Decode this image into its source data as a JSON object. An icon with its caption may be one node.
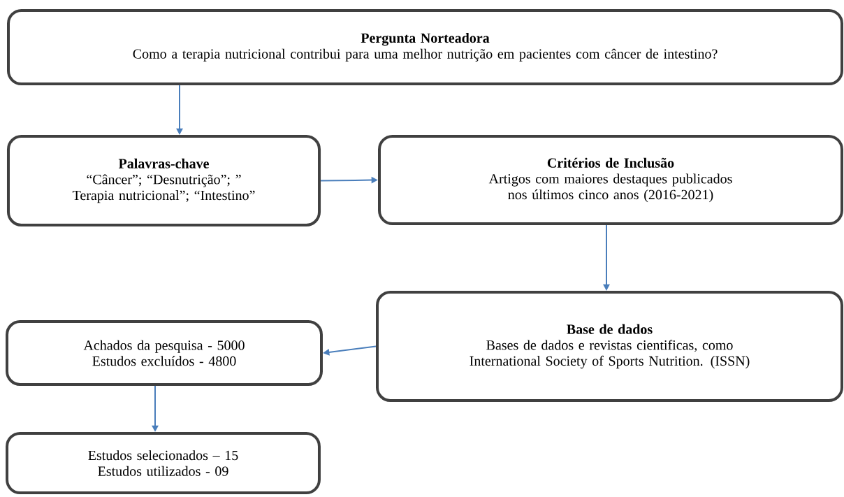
{
  "diagram": {
    "nodes": [
      {
        "text": [
          "Pergunta Norteadora",
          "Como a terapia nutricional contribui para uma melhor nutrição em pacientes com câncer de intestino?"
        ]
      },
      {
        "text": [
          "Palavras-chave",
          "“Câncer”;  “Desnutrição”; ” Terapia nutricional”;  “Intestino”"
        ]
      },
      {
        "text": [
          "Critérios de Inclusão",
          "Artigos com maiores destaques publicados nos últimos cinco anos (2016-2021)"
        ]
      },
      {
        "text": [
          "Base de dados",
          "Bases de dados e revistas cientificas, como International Society of Sports Nutrition. (ISSN)"
        ]
      },
      {
        "text": [
          "Achados da pesquisa  -  5000",
          "Estudos excluídos  -  4800"
        ]
      },
      {
        "text": [
          "Estudos selecionados – 15",
          "Estudos utilizados - 09"
        ]
      }
    ],
    "edges": [
      {
        "from": 0,
        "to": 1,
        "arrow": "to"
      },
      {
        "from": 1,
        "to": 2,
        "arrow": "to"
      },
      {
        "from": 2,
        "to": 3,
        "arrow": "to"
      },
      {
        "from": 3,
        "to": 4,
        "arrow": "to"
      },
      {
        "from": 4,
        "to": 5,
        "arrow": "to"
      }
    ]
  }
}
